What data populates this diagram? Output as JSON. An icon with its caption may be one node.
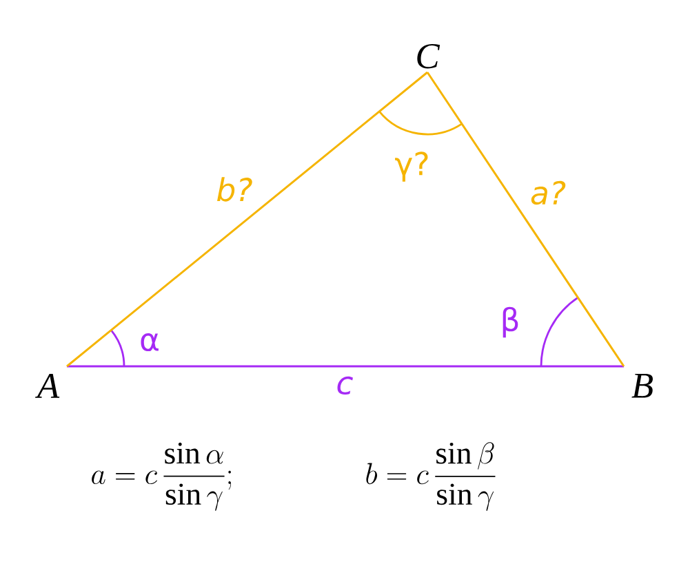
{
  "diagram": {
    "nodes": [
      {
        "text": [
          "A"
        ]
      },
      {
        "text": [
          "B"
        ]
      },
      {
        "text": [
          "C"
        ]
      }
    ],
    "edges": [
      {
        "from": 0,
        "to": 1,
        "arrow": "none",
        "label": "c",
        "color": "#a52af5"
      },
      {
        "from": 1,
        "to": 2,
        "arrow": "none",
        "label": "a?"
      },
      {
        "from": 0,
        "to": 2,
        "arrow": "none",
        "label": "b?"
      }
    ],
    "labels": [
      "γ?",
      "β",
      "α",
      "a=c\\,\\dfrac{\\sin\\alpha}{\\sin\\gamma};",
      "b=c\\,\\dfrac{\\sin\\beta}{\\sin\\gamma}"
    ]
  }
}
